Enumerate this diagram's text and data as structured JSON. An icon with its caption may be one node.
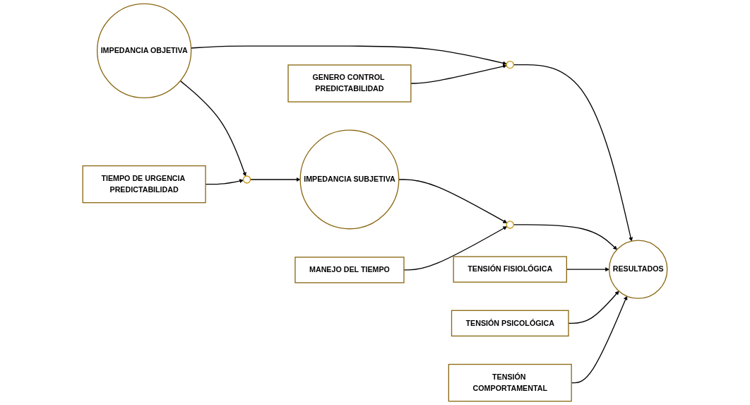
{
  "diagram": {
    "nodes": [
      {
        "text": [
          "IMPEDANCIA OBJETIVA"
        ]
      },
      {
        "text": [
          "GENERO CONTROL PREDICTABILIDAD"
        ]
      },
      {
        "text": [],
        "shape": "circle"
      },
      {
        "text": [],
        "shape": "circle"
      },
      {
        "text": [
          "TENSIÓN FISIOLÓGICA"
        ]
      },
      {
        "text": [
          "TENSIÓN PSICOLÓGICA"
        ]
      },
      {
        "text": [
          "TENSIÓN COMPORTAMENTAL"
        ]
      },
      {
        "text": [
          "RESULTADOS"
        ]
      },
      {
        "text": [
          "IMPEDANCIA SUBJETIVA"
        ]
      },
      {
        "text": [
          "TIEMPO DE URGENCIA PREDICTABILIDAD"
        ]
      },
      {
        "text": [],
        "shape": "circle"
      },
      {
        "text": [
          "MANEJO DEL TIEMPO"
        ]
      }
    ],
    "edges": [
      {
        "from": 0,
        "to": 2,
        "arrow": "to"
      },
      {
        "from": 1,
        "to": 2,
        "arrow": "to"
      },
      {
        "from": 2,
        "to": 7,
        "arrow": "to"
      },
      {
        "from": 0,
        "to": 3,
        "arrow": "to"
      },
      {
        "from": 3,
        "to": 8,
        "arrow": "to"
      },
      {
        "from": 9,
        "to": 3,
        "arrow": "to"
      },
      {
        "from": 8,
        "to": 10,
        "arrow": "to"
      },
      {
        "from": 11,
        "to": 10,
        "arrow": "to"
      },
      {
        "from": 10,
        "to": 7,
        "arrow": "to"
      },
      {
        "from": 4,
        "to": 7,
        "arrow": "to"
      },
      {
        "from": 5,
        "to": 7,
        "arrow": "to"
      },
      {
        "from": 6,
        "to": 7,
        "arrow": "to"
      }
    ]
  }
}
